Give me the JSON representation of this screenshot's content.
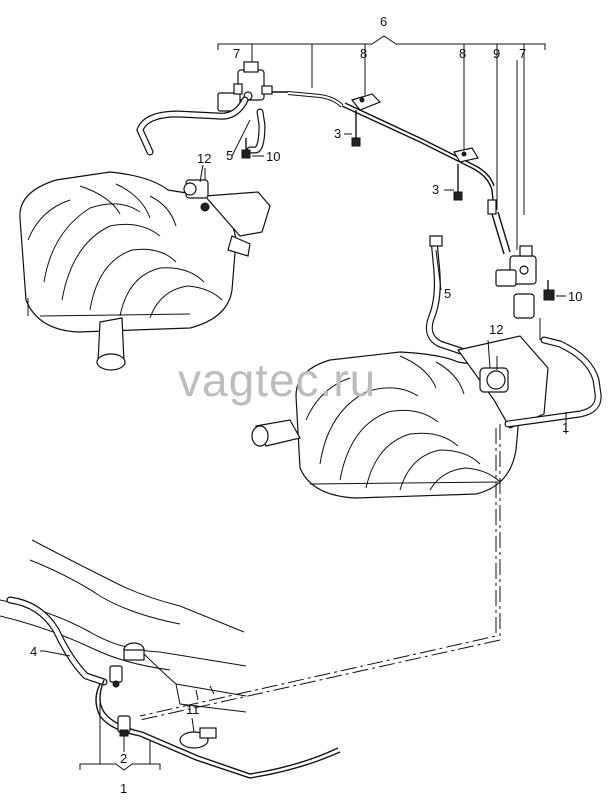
{
  "callouts": {
    "top_bracket": "6",
    "valve_left": "7",
    "clip_left": "8",
    "clip_right": "8",
    "part_9": "9",
    "valve_right": "7",
    "screw_left": "3",
    "screw_mid": "3",
    "hose_left": "5",
    "bolt_left": "10",
    "actuator_left": "12",
    "hose_right": "5",
    "bolt_right": "10",
    "actuator_right": "12",
    "line_right": "1",
    "hose_lower": "4",
    "clamp": "11",
    "connector": "2",
    "line_bottom": "1"
  },
  "watermark": "vagtec.ru"
}
